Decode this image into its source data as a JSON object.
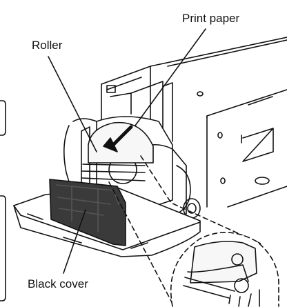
{
  "labels": {
    "print_paper": "Print paper",
    "roller": "Roller",
    "black_cover": "Black cover"
  },
  "colors": {
    "line": "#111111",
    "cover": "#3a3a3a",
    "paper": "#f7f7f7",
    "shade": "#e3e3e3"
  }
}
